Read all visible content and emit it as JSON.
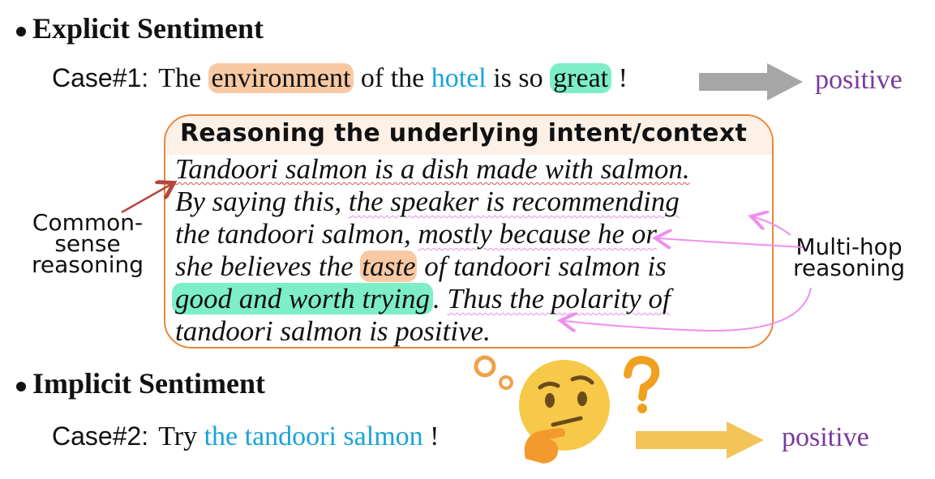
{
  "explicit": {
    "heading": "Explicit Sentiment",
    "case_label": "Case#1:",
    "sentence": {
      "the1": "The",
      "environment": "environment",
      "of_the": "of the",
      "hotel": "hotel",
      "is_so": "is so",
      "great": "great",
      "excl": "!"
    },
    "polarity": "positive"
  },
  "reasoning_box": {
    "title": "Reasoning the underlying intent/context",
    "line1": "Tandoori salmon is a dish made with salmon.",
    "line2a": "By saying this,",
    "line2b": "the speaker is recommending",
    "line3a": "the tandoori salmon,",
    "line3b": "mostly because he or",
    "line4a": "she believes the",
    "line4b": "taste",
    "line4c": "of tandoori salmon is",
    "line5a": "good and worth trying",
    "line5b": ".",
    "line5c": "Thus the polarity of",
    "line6": "tandoori salmon is positive."
  },
  "side_labels": {
    "commonsense_1": "Common-",
    "commonsense_2": "sense",
    "commonsense_3": "reasoning",
    "multihop_1": "Multi-hop",
    "multihop_2": "reasoning"
  },
  "implicit": {
    "heading": "Implicit Sentiment",
    "case_label": "Case#2:",
    "try": "Try",
    "aspect": "the tandoori salmon",
    "excl": "!",
    "polarity": "positive"
  },
  "colors": {
    "aspect_blue": "#1aa3d9",
    "orange_highlight": "#f8c9a3",
    "green_highlight": "#7deec8",
    "box_border": "#e8873a",
    "positive_purple": "#7a3a9c",
    "gray_arrow": "#a6a6a6",
    "yellow_arrow": "#f2c45a",
    "pink_arrow": "#f08ef0",
    "red_arrow": "#b5473a"
  },
  "icons": [
    "thinking-face-icon",
    "question-mark-icon",
    "thought-bubble-icon"
  ]
}
